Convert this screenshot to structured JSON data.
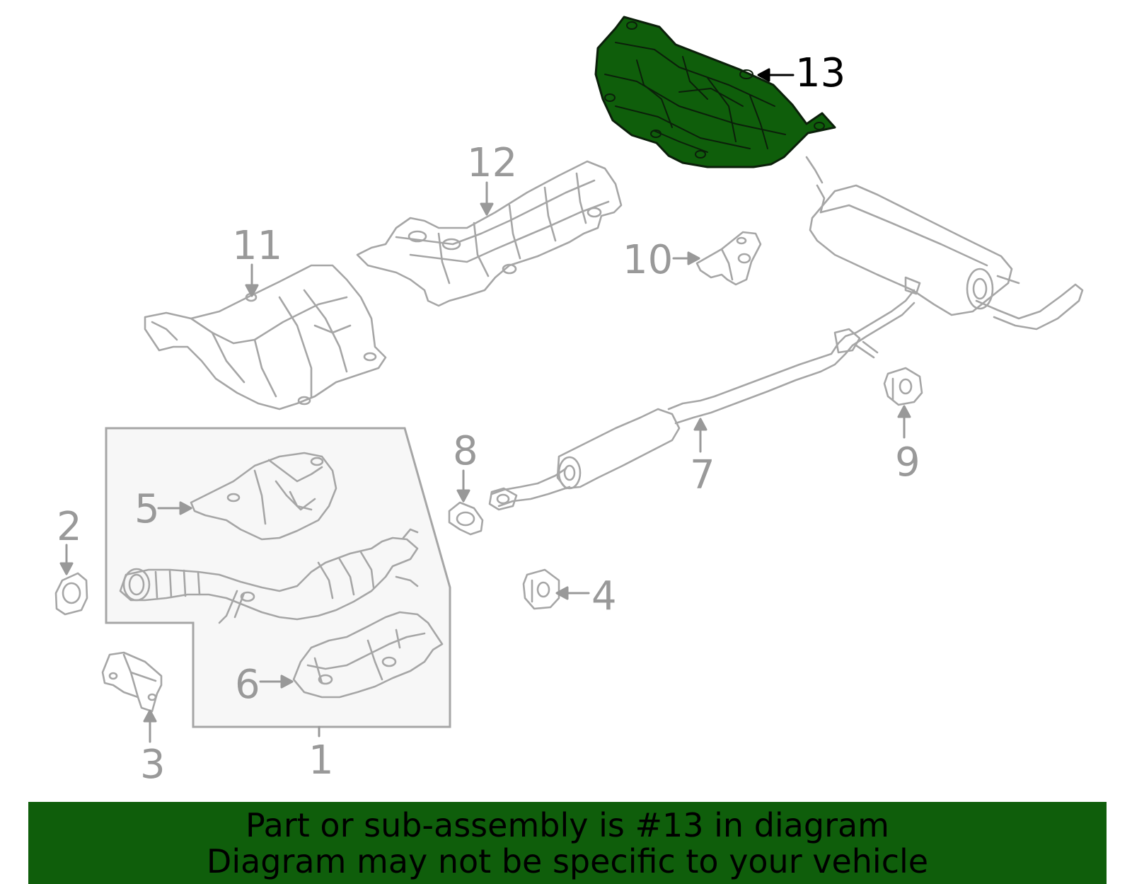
{
  "colors": {
    "highlight_fill": "#0f5e0b",
    "part_stroke": "#a6a6a6",
    "label_gray": "#999999",
    "label_active": "#000000",
    "banner_bg": "#0f5e0b",
    "group_box_fill": "#f7f7f7"
  },
  "diagram": {
    "highlighted_part": "13",
    "callouts": {
      "c1": "1",
      "c2": "2",
      "c3": "3",
      "c4": "4",
      "c5": "5",
      "c6": "6",
      "c7": "7",
      "c8": "8",
      "c9": "9",
      "c10": "10",
      "c11": "11",
      "c12": "12",
      "c13": "13"
    }
  },
  "caption": {
    "line1": "Part or sub-assembly is #13 in diagram",
    "line2": "Diagram may not be specific to your vehicle"
  }
}
